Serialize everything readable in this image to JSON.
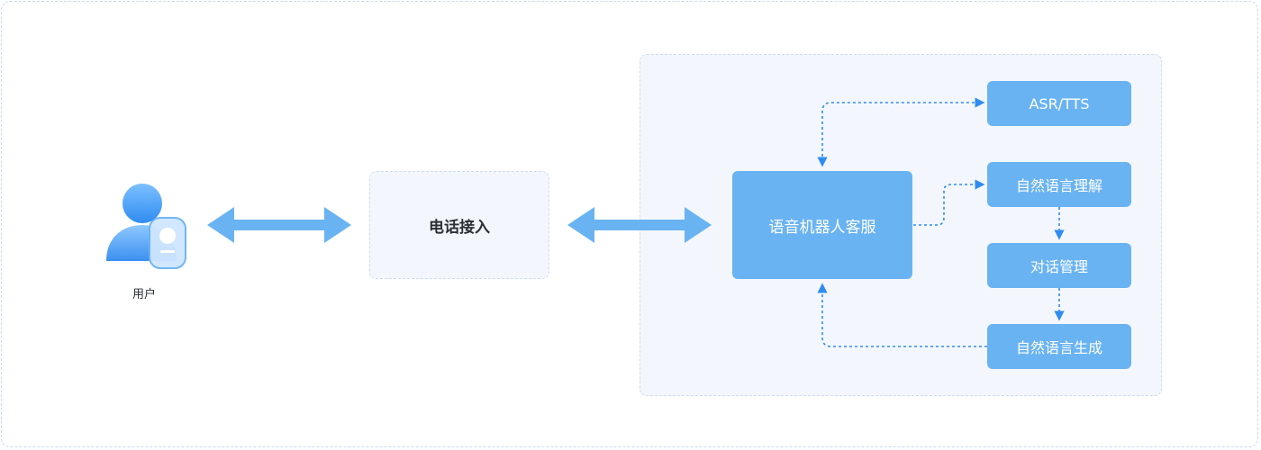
{
  "user": {
    "label": "用户",
    "icon": "user-icon"
  },
  "phone_access": {
    "label": "电话接入"
  },
  "voice_bot": {
    "label": "语音机器人客服"
  },
  "services": [
    {
      "label": "ASR/TTS"
    },
    {
      "label": "自然语言理解"
    },
    {
      "label": "对话管理"
    },
    {
      "label": "自然语言生成"
    }
  ],
  "colors": {
    "accent": "#6ab3f2",
    "arrow": "#6ab3f2",
    "dashed_arrow": "#2f8cf0",
    "panel": "#f3f7fd"
  }
}
